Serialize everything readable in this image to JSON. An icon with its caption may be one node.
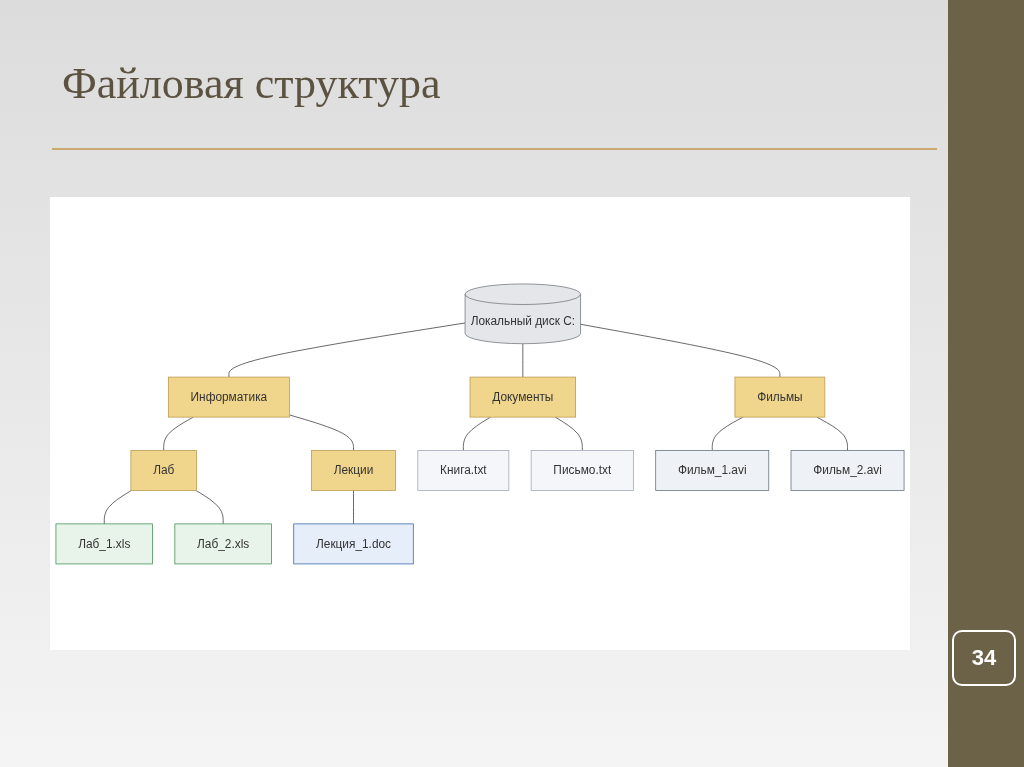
{
  "diagram": {
    "title": "Файловая структура",
    "nodes": [
      {
        "text": [
          "Локальный диск C:"
        ]
      },
      {
        "text": [
          "Информатика"
        ]
      },
      {
        "text": [
          "Документы"
        ]
      },
      {
        "text": [
          "Фильмы"
        ]
      },
      {
        "text": [
          "Лаб"
        ]
      },
      {
        "text": [
          "Лекции"
        ]
      },
      {
        "text": [
          "Книга.txt"
        ]
      },
      {
        "text": [
          "Письмо.txt"
        ]
      },
      {
        "text": [
          "Фильм_1.avi"
        ]
      },
      {
        "text": [
          "Фильм_2.avi"
        ]
      },
      {
        "text": [
          "Лаб_1.xls"
        ]
      },
      {
        "text": [
          "Лаб_2.xls"
        ]
      },
      {
        "text": [
          "Лекция_1.doc"
        ]
      }
    ],
    "edges": [
      {
        "from": 0,
        "to": 1,
        "arrow": "none"
      },
      {
        "from": 0,
        "to": 2,
        "arrow": "none"
      },
      {
        "from": 0,
        "to": 3,
        "arrow": "none"
      },
      {
        "from": 1,
        "to": 4,
        "arrow": "none"
      },
      {
        "from": 1,
        "to": 5,
        "arrow": "none"
      },
      {
        "from": 2,
        "to": 6,
        "arrow": "none"
      },
      {
        "from": 2,
        "to": 7,
        "arrow": "none"
      },
      {
        "from": 3,
        "to": 8,
        "arrow": "none"
      },
      {
        "from": 3,
        "to": 9,
        "arrow": "none"
      },
      {
        "from": 4,
        "to": 10,
        "arrow": "none"
      },
      {
        "from": 4,
        "to": 11,
        "arrow": "none"
      },
      {
        "from": 5,
        "to": 12,
        "arrow": "none"
      }
    ],
    "labels": [
      "34"
    ]
  }
}
